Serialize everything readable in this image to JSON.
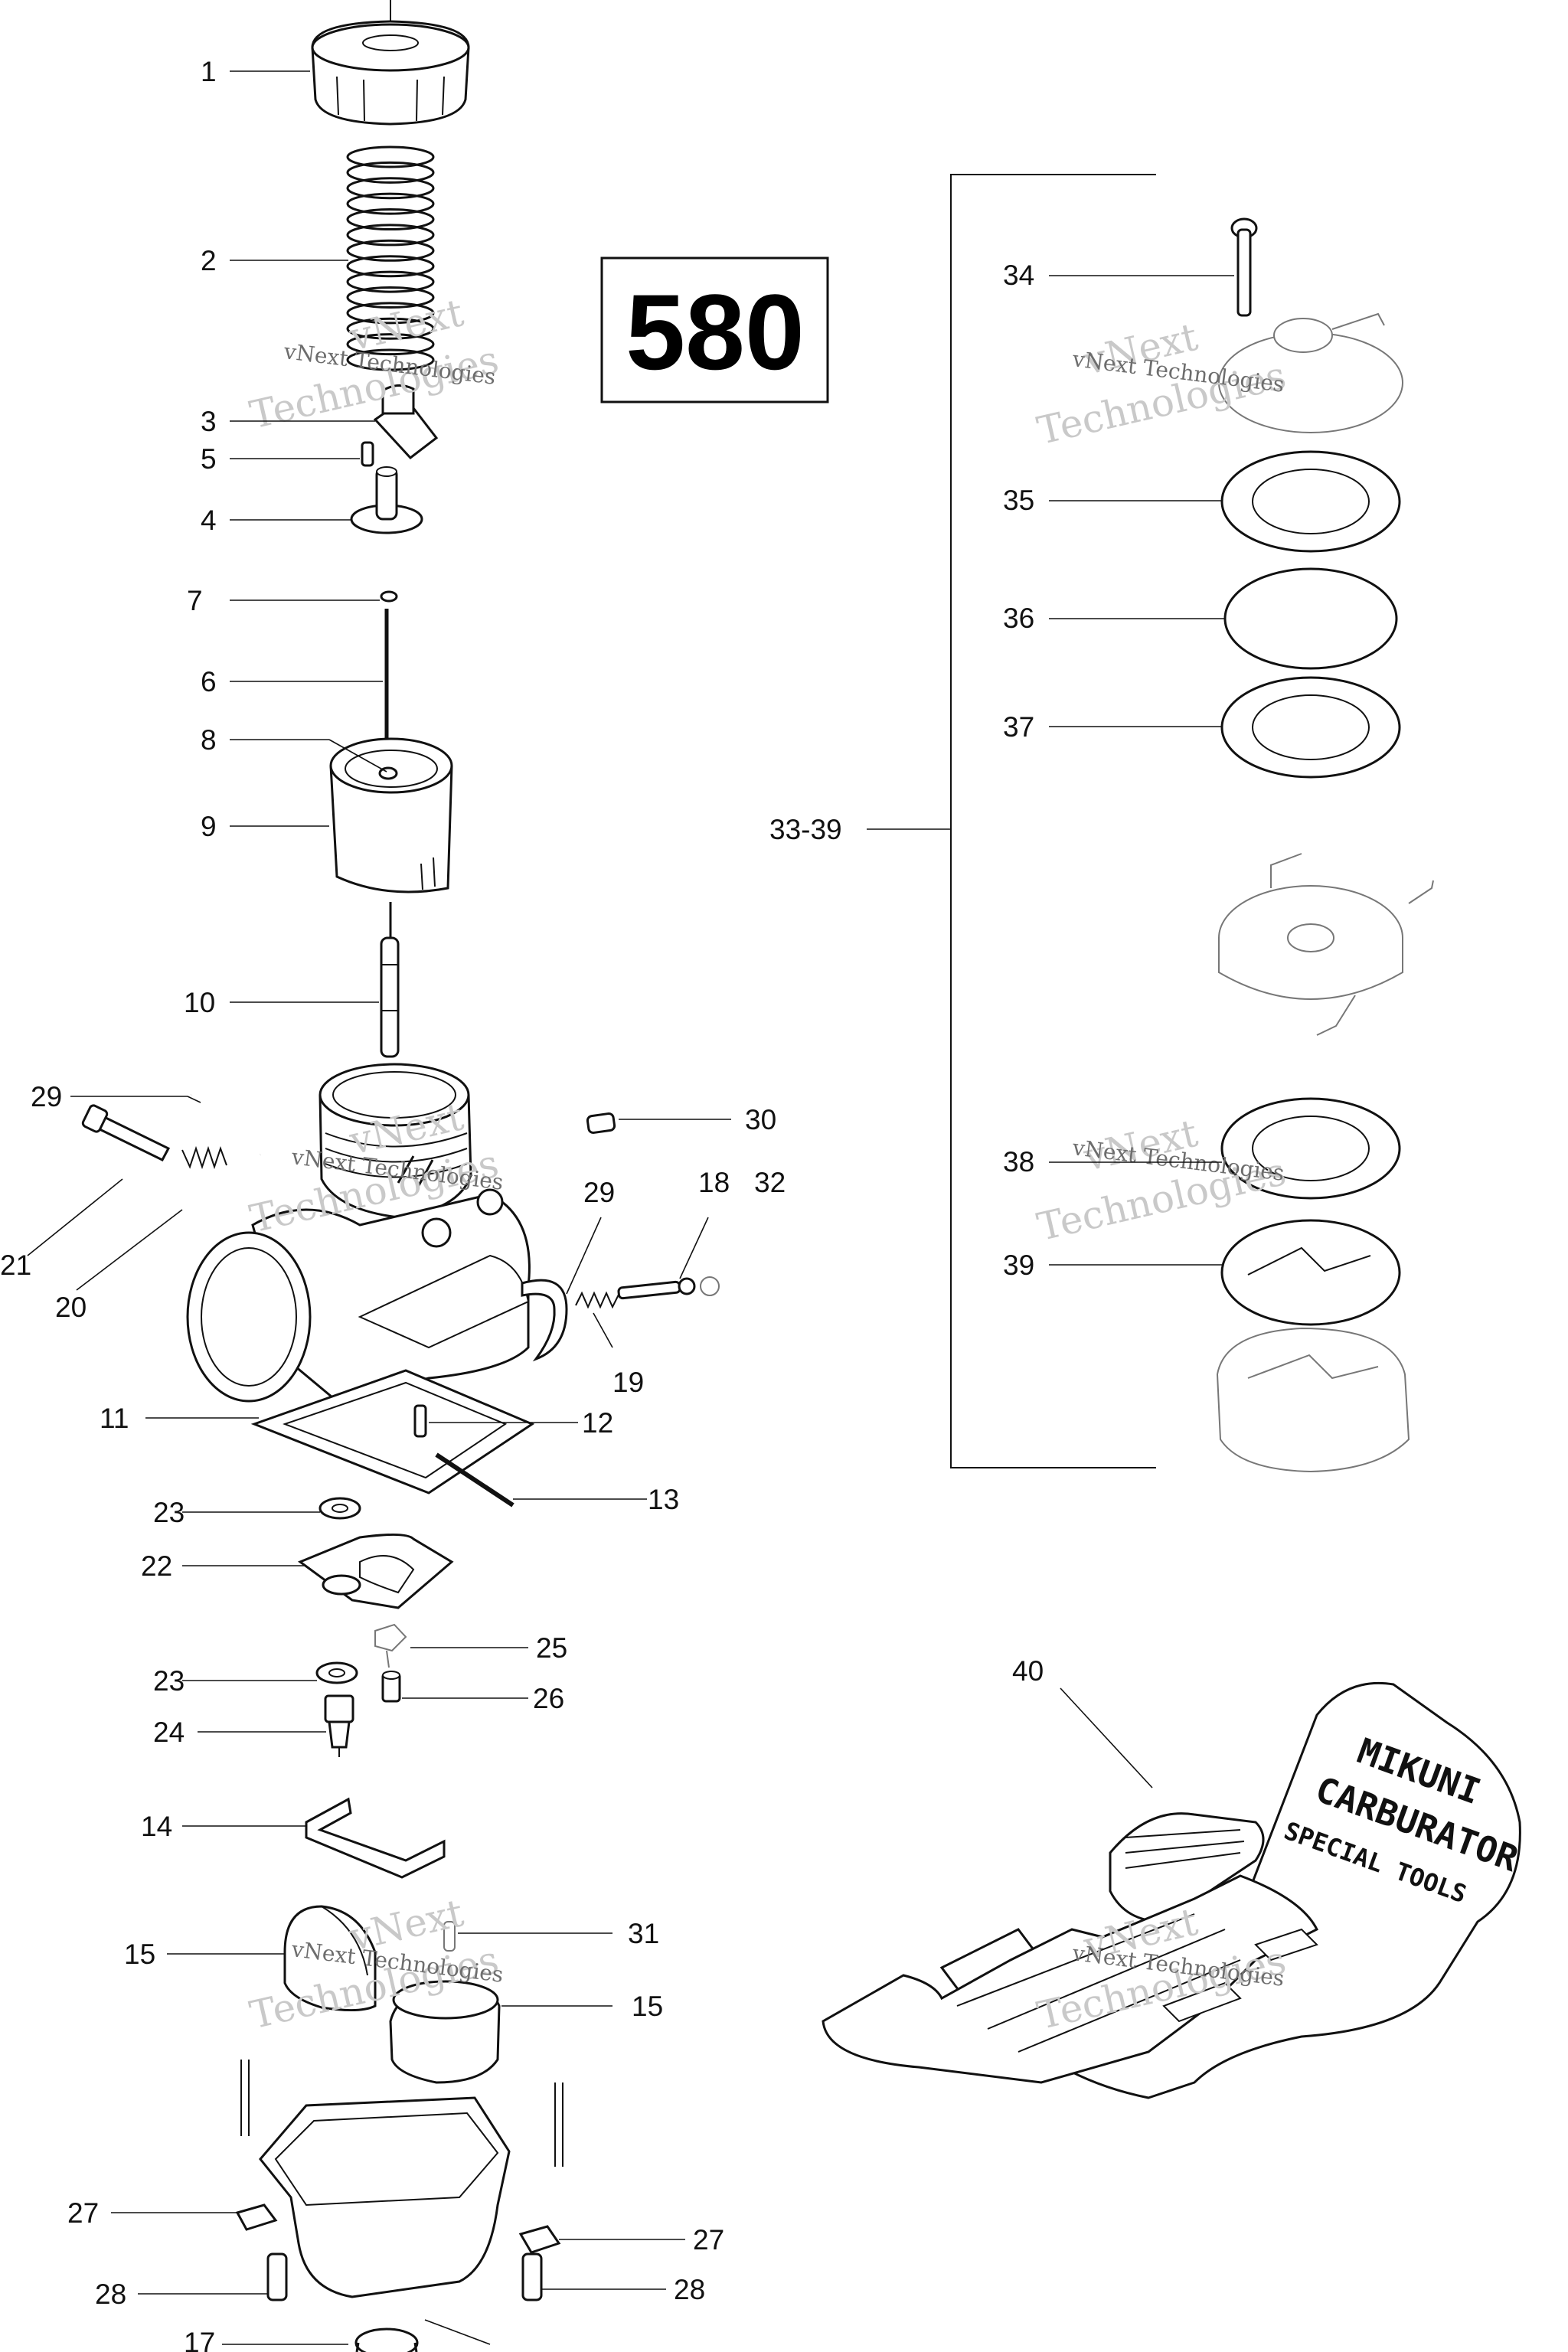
{
  "diagram_number": "580",
  "kit_label": "33-39",
  "watermark": {
    "line1": "vNext",
    "line2": "Technologies",
    "small": "vNext Technologies"
  },
  "tool_kit_text": {
    "line1": "MIKUNI",
    "line2": "CARBURATOR",
    "line3": "SPECIAL TOOLS"
  },
  "callouts": {
    "c1": "1",
    "c2": "2",
    "c3": "3",
    "c4": "4",
    "c5": "5",
    "c6": "6",
    "c7": "7",
    "c8": "8",
    "c9": "9",
    "c10": "10",
    "c11": "11",
    "c12": "12",
    "c13": "13",
    "c14": "14",
    "c15a": "15",
    "c15b": "15",
    "c17": "17",
    "c18": "18",
    "c19": "19",
    "c20": "20",
    "c21": "21",
    "c22": "22",
    "c23a": "23",
    "c23b": "23",
    "c24": "24",
    "c25": "25",
    "c26": "26",
    "c27a": "27",
    "c27b": "27",
    "c28a": "28",
    "c28b": "28",
    "c29a": "29",
    "c29b": "29",
    "c30": "30",
    "c31": "31",
    "c32": "32",
    "c34": "34",
    "c35": "35",
    "c36": "36",
    "c37": "37",
    "c38": "38",
    "c39": "39",
    "c40": "40"
  }
}
